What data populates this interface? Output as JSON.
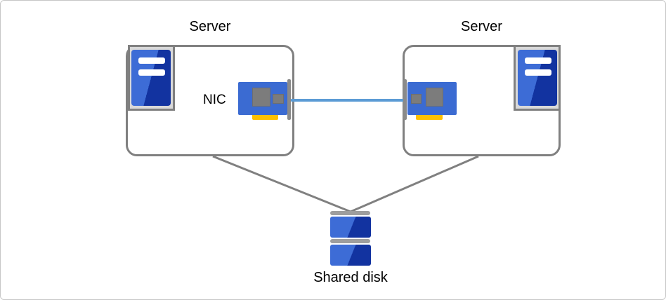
{
  "nodes": {
    "server_left": {
      "label": "Server"
    },
    "server_right": {
      "label": "Server"
    },
    "shared_disk": {
      "label": "Shared disk"
    }
  },
  "labels": {
    "nic": "NIC"
  },
  "icons": [
    "server-tower-icon-left",
    "server-tower-icon-right",
    "nic-card-icon-left",
    "nic-card-icon-right",
    "shared-disk-icon"
  ],
  "colors": {
    "canvas_border": "#c6c6c6",
    "box_border_gray": "#808080",
    "connector_line_gray": "#808080",
    "network_link_blue": "#5b9bd5",
    "icon_blue_light": "#3d6cd6",
    "icon_blue_dark": "#1233a0",
    "nic_card_blue": "#3b6bd2",
    "chip_gray": "#7c7c7c",
    "bracket_gray": "#8a8a8a",
    "pci_connector_yellow": "#ffc000",
    "icon_frame_fill": "#d9d9d9",
    "disk_platter_gray": "#9e9e9e"
  }
}
